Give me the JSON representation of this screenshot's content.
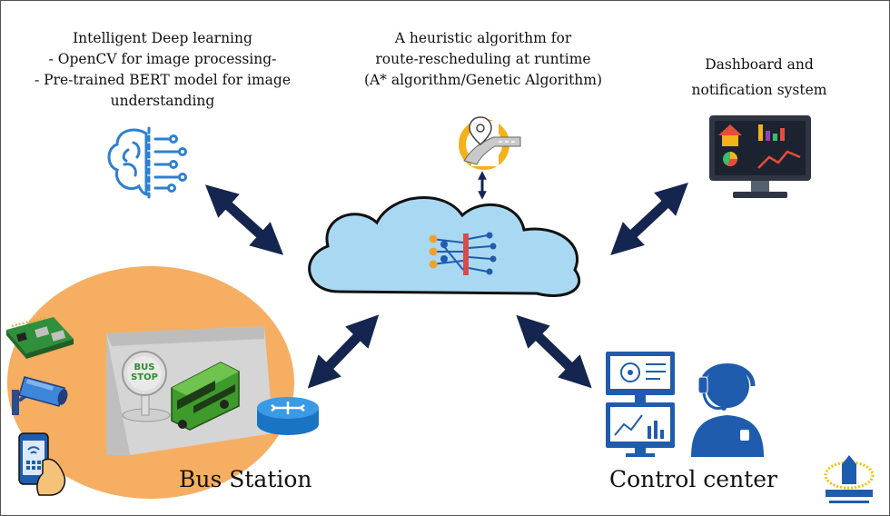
{
  "deep_learning": {
    "lines": [
      "Intelligent Deep learning",
      "- OpenCV for image processing-",
      "- Pre-trained BERT model for image",
      "understanding"
    ]
  },
  "heuristic": {
    "lines": [
      "A heuristic algorithm for",
      "route-rescheduling at runtime",
      "(A* algorithm/Genetic Algorithm)"
    ]
  },
  "dashboard": {
    "lines": [
      "Dashboard and",
      "notification system"
    ]
  },
  "bus_station": {
    "label": "Bus Station",
    "sign": [
      "BUS",
      "STOP"
    ]
  },
  "control_center": {
    "label": "Control center"
  },
  "colors": {
    "arrow": "#14254f",
    "cloud_fill": "#a9d9f2",
    "station_bg": "#f6ae63",
    "monitor_blue": "#1f5cad",
    "brain_blue": "#2f7fd1"
  }
}
